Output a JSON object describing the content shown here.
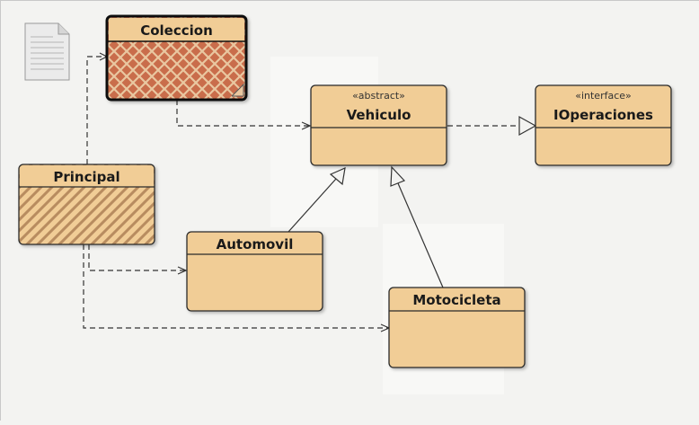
{
  "diagram": {
    "classes": [
      {
        "id": "coleccion",
        "name": "Coleccion",
        "stereotype": "",
        "fill": "crosshatch",
        "selected": true
      },
      {
        "id": "vehiculo",
        "name": "Vehiculo",
        "stereotype": "«abstract»",
        "fill": "plain"
      },
      {
        "id": "ioperaciones",
        "name": "IOperaciones",
        "stereotype": "«interface»",
        "fill": "plain"
      },
      {
        "id": "principal",
        "name": "Principal",
        "stereotype": "",
        "fill": "diagonal"
      },
      {
        "id": "automovil",
        "name": "Automovil",
        "stereotype": "",
        "fill": "plain"
      },
      {
        "id": "motocicleta",
        "name": "Motocicleta",
        "stereotype": "",
        "fill": "plain"
      }
    ],
    "relations": [
      {
        "from": "principal",
        "to": "coleccion",
        "kind": "dependency"
      },
      {
        "from": "coleccion",
        "to": "vehiculo",
        "kind": "dependency"
      },
      {
        "from": "vehiculo",
        "to": "ioperaciones",
        "kind": "realization"
      },
      {
        "from": "automovil",
        "to": "vehiculo",
        "kind": "generalization"
      },
      {
        "from": "motocicleta",
        "to": "vehiculo",
        "kind": "generalization"
      },
      {
        "from": "principal",
        "to": "automovil",
        "kind": "dependency"
      },
      {
        "from": "principal",
        "to": "motocicleta",
        "kind": "dependency"
      }
    ],
    "colors": {
      "class_fill": "#f1cd96",
      "class_border": "#2b2b2b",
      "crosshatch_bg": "#c96d4c",
      "crosshatch_line": "#e9c7a0",
      "diagonal_bg": "#f1cd96",
      "diagonal_line": "#b88c5f",
      "line": "#333333",
      "note_fill": "#ebebeb"
    },
    "icons": {
      "note": "document-icon"
    }
  }
}
